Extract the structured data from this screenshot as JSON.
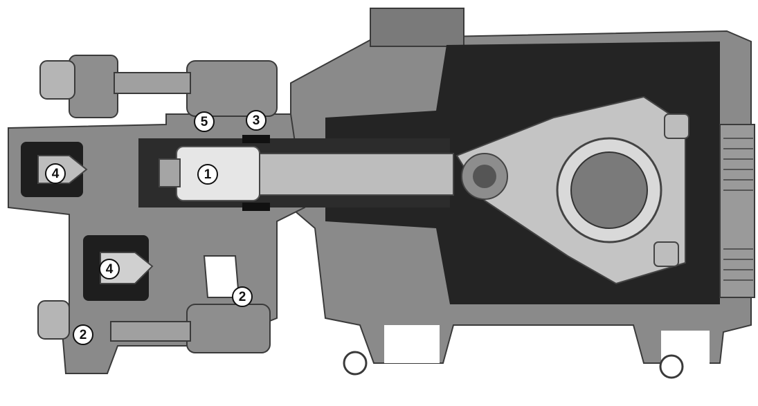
{
  "figure": {
    "description_free": true,
    "colors": {
      "background": "#ffffff",
      "casting": "#8a8a8a",
      "casting_dark": "#5e5e5e",
      "shadow": "#202020",
      "light_metal": "#cfcfcf",
      "plunger": "#e6e6e6"
    }
  },
  "callouts": [
    {
      "id": "plunger",
      "label": "1"
    },
    {
      "id": "port-right",
      "label": "2"
    },
    {
      "id": "port-lower-left",
      "label": "2"
    },
    {
      "id": "seal",
      "label": "3"
    },
    {
      "id": "valve-upper",
      "label": "4"
    },
    {
      "id": "valve-lower",
      "label": "4"
    },
    {
      "id": "packing",
      "label": "5"
    }
  ]
}
